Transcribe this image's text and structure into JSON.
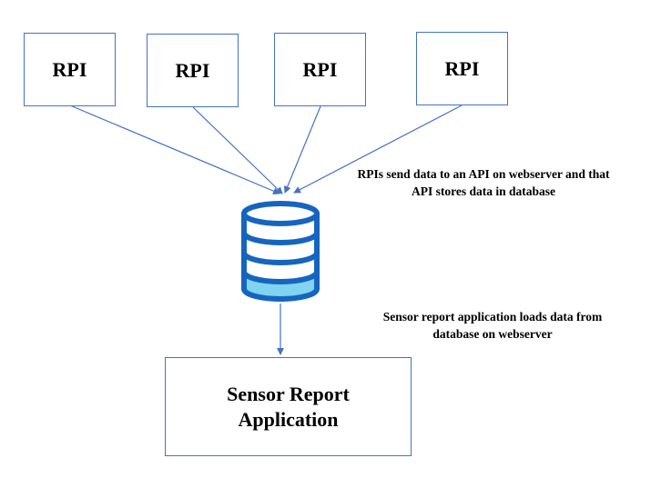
{
  "nodes": {
    "rpi_labels": [
      "RPI",
      "RPI",
      "RPI",
      "RPI"
    ],
    "app_line1": "Sensor Report",
    "app_line2": "Application"
  },
  "annotations": {
    "send_line1": "RPIs send data to an API on webserver and that",
    "send_line2": "API stores data in database",
    "load_line1": "Sensor report application loads data from",
    "load_line2": "database on webserver"
  },
  "colors": {
    "box_border": "#4472c4",
    "arrow": "#4472c4",
    "database_outline": "#1565c0",
    "database_bottom_fill": "#81d4f0"
  },
  "icons": {
    "database": "database-icon"
  }
}
